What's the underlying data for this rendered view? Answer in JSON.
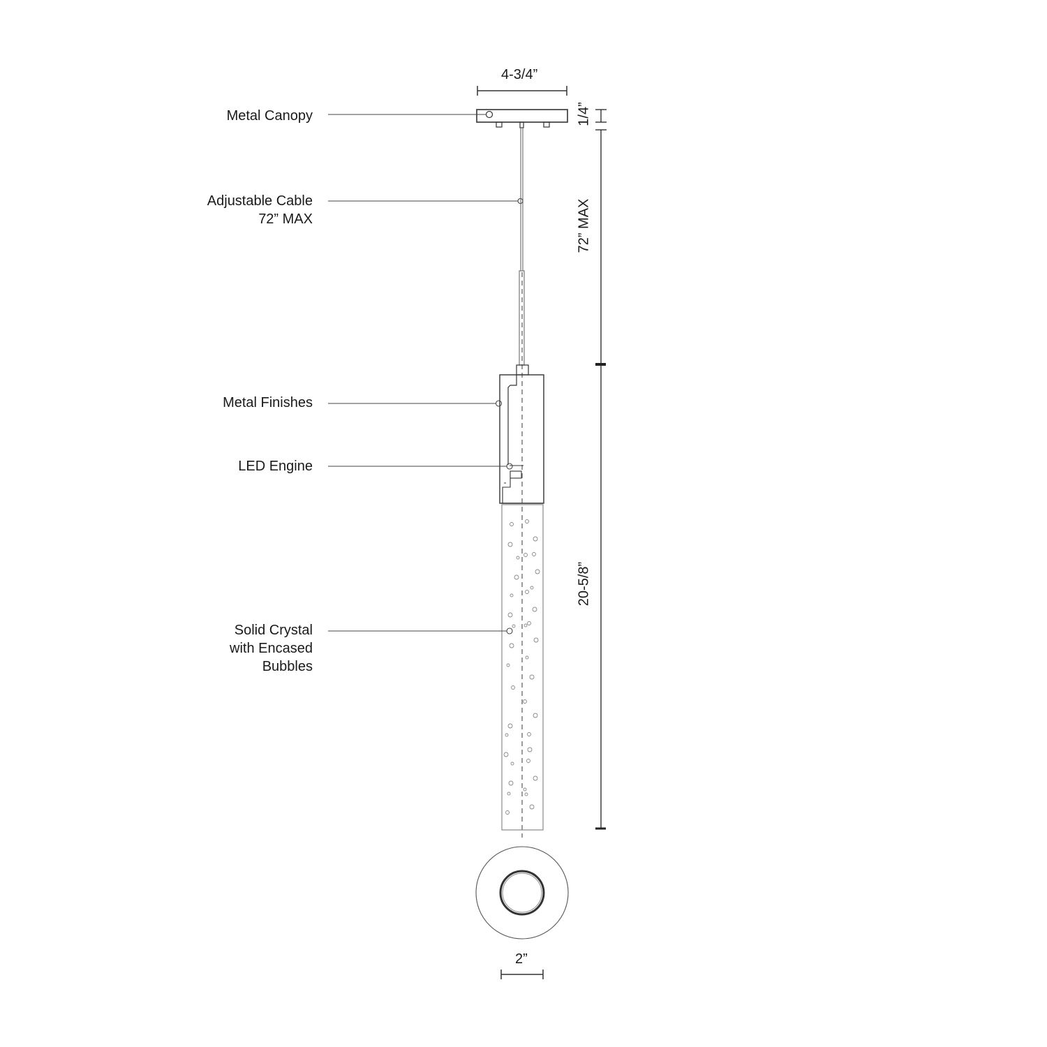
{
  "diagram": {
    "subject": "LED crystal pendant light dimensional drawing",
    "callouts": [
      {
        "id": "canopy",
        "lines": [
          "Metal Canopy"
        ]
      },
      {
        "id": "cable",
        "lines": [
          "Adjustable Cable",
          "72” MAX"
        ]
      },
      {
        "id": "finishes",
        "lines": [
          "Metal Finishes"
        ]
      },
      {
        "id": "led",
        "lines": [
          "LED Engine"
        ]
      },
      {
        "id": "crystal",
        "lines": [
          "Solid Crystal",
          "with Encased",
          "Bubbles"
        ]
      }
    ],
    "dimensions": {
      "canopy_width": "4-3/4”",
      "canopy_height": "1/4”",
      "cable_length": "72” MAX",
      "body_length": "20-5/8”",
      "diameter": "2”"
    },
    "colors": {
      "line": "#333333",
      "light_line": "#888888",
      "background": "#ffffff"
    }
  }
}
